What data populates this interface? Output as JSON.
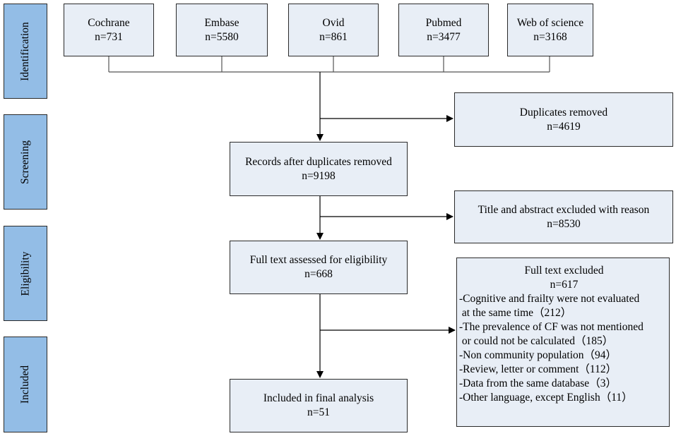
{
  "stages": [
    "Identification",
    "Screening",
    "Eligibility",
    "Included"
  ],
  "databases": [
    {
      "name": "Cochrane",
      "count": "n=731"
    },
    {
      "name": "Embase",
      "count": "n=5580"
    },
    {
      "name": "Ovid",
      "count": "n=861"
    },
    {
      "name": "Pubmed",
      "count": "n=3477"
    },
    {
      "name": "Web of science",
      "count": "n=3168"
    }
  ],
  "duplicates": {
    "label": "Duplicates removed",
    "count": "n=4619"
  },
  "after_duplicates": {
    "label": "Records after duplicates removed",
    "count": "n=9198"
  },
  "title_abstract": {
    "label": "Title and abstract excluded with reason",
    "count": "n=8530"
  },
  "full_text": {
    "label": "Full text assessed for eligibility",
    "count": "n=668"
  },
  "full_text_excluded": {
    "label": "Full text excluded",
    "count": "n=617",
    "reasons": [
      "-Cognitive and frailty were not evaluated",
      " at the same time（212）",
      "-The prevalence of CF was not mentioned",
      " or could not be calculated（185）",
      "-Non community population（94）",
      "-Review, letter or comment（112）",
      "-Data from the same database（3）",
      "-Other language, except English（11）"
    ]
  },
  "included": {
    "label": "Included in final analysis",
    "count": "n=51"
  }
}
